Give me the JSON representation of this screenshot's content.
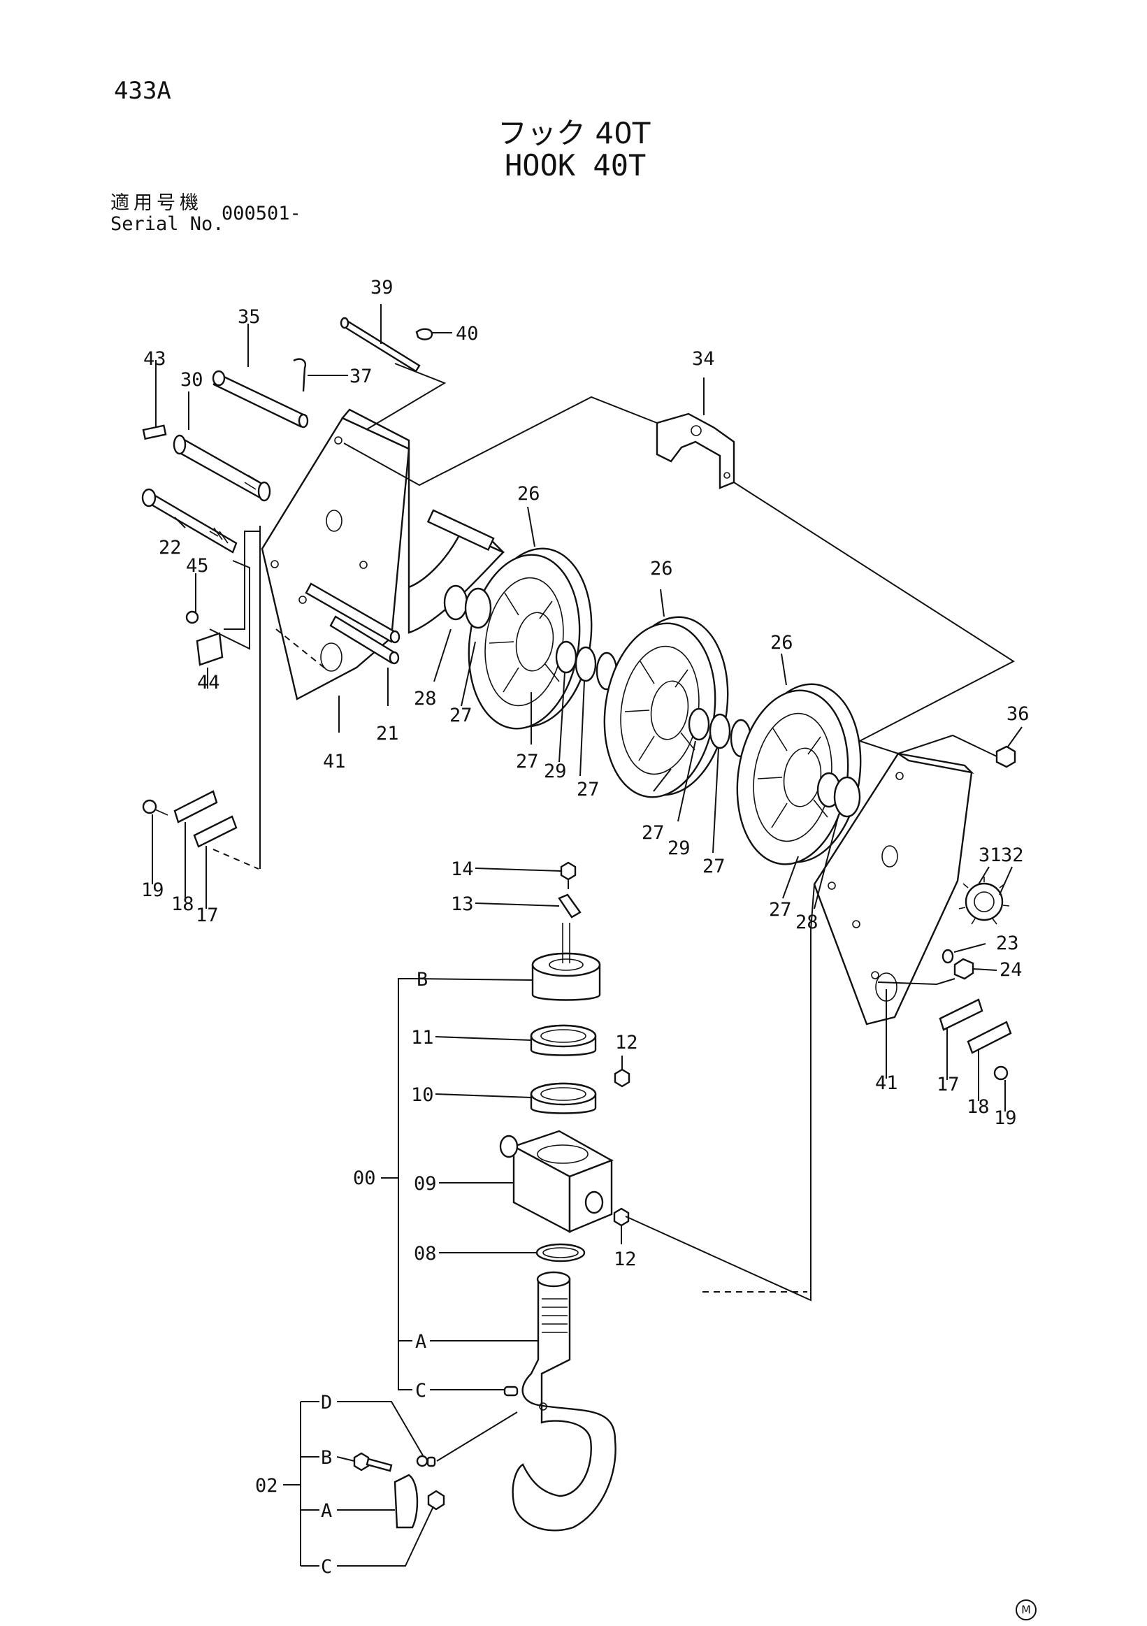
{
  "header": {
    "page_code": "433A",
    "title_jp": "フック 40T",
    "title_en": "HOOK 40T",
    "serial_label_jp": "適用号機",
    "serial_label_en": "Serial No.",
    "serial_value": "000501-"
  },
  "callouts": {
    "p00": "00",
    "p02": "02",
    "p08": "08",
    "p09": "09",
    "p10": "10",
    "p11": "11",
    "p12": "12",
    "p13": "13",
    "p14": "14",
    "p17": "17",
    "p18": "18",
    "p19": "19",
    "p21": "21",
    "p22": "22",
    "p23": "23",
    "p24": "24",
    "p26": "26",
    "p27": "27",
    "p28": "28",
    "p29": "29",
    "p30": "30",
    "p31": "31",
    "p32": "32",
    "p34": "34",
    "p35": "35",
    "p36": "36",
    "p37": "37",
    "p39": "39",
    "p40": "40",
    "p41": "41",
    "p43": "43",
    "p44": "44",
    "p45": "45"
  },
  "sub_labels": {
    "A": "A",
    "B": "B",
    "C": "C",
    "D": "D"
  },
  "footer": {
    "mark": "M"
  }
}
